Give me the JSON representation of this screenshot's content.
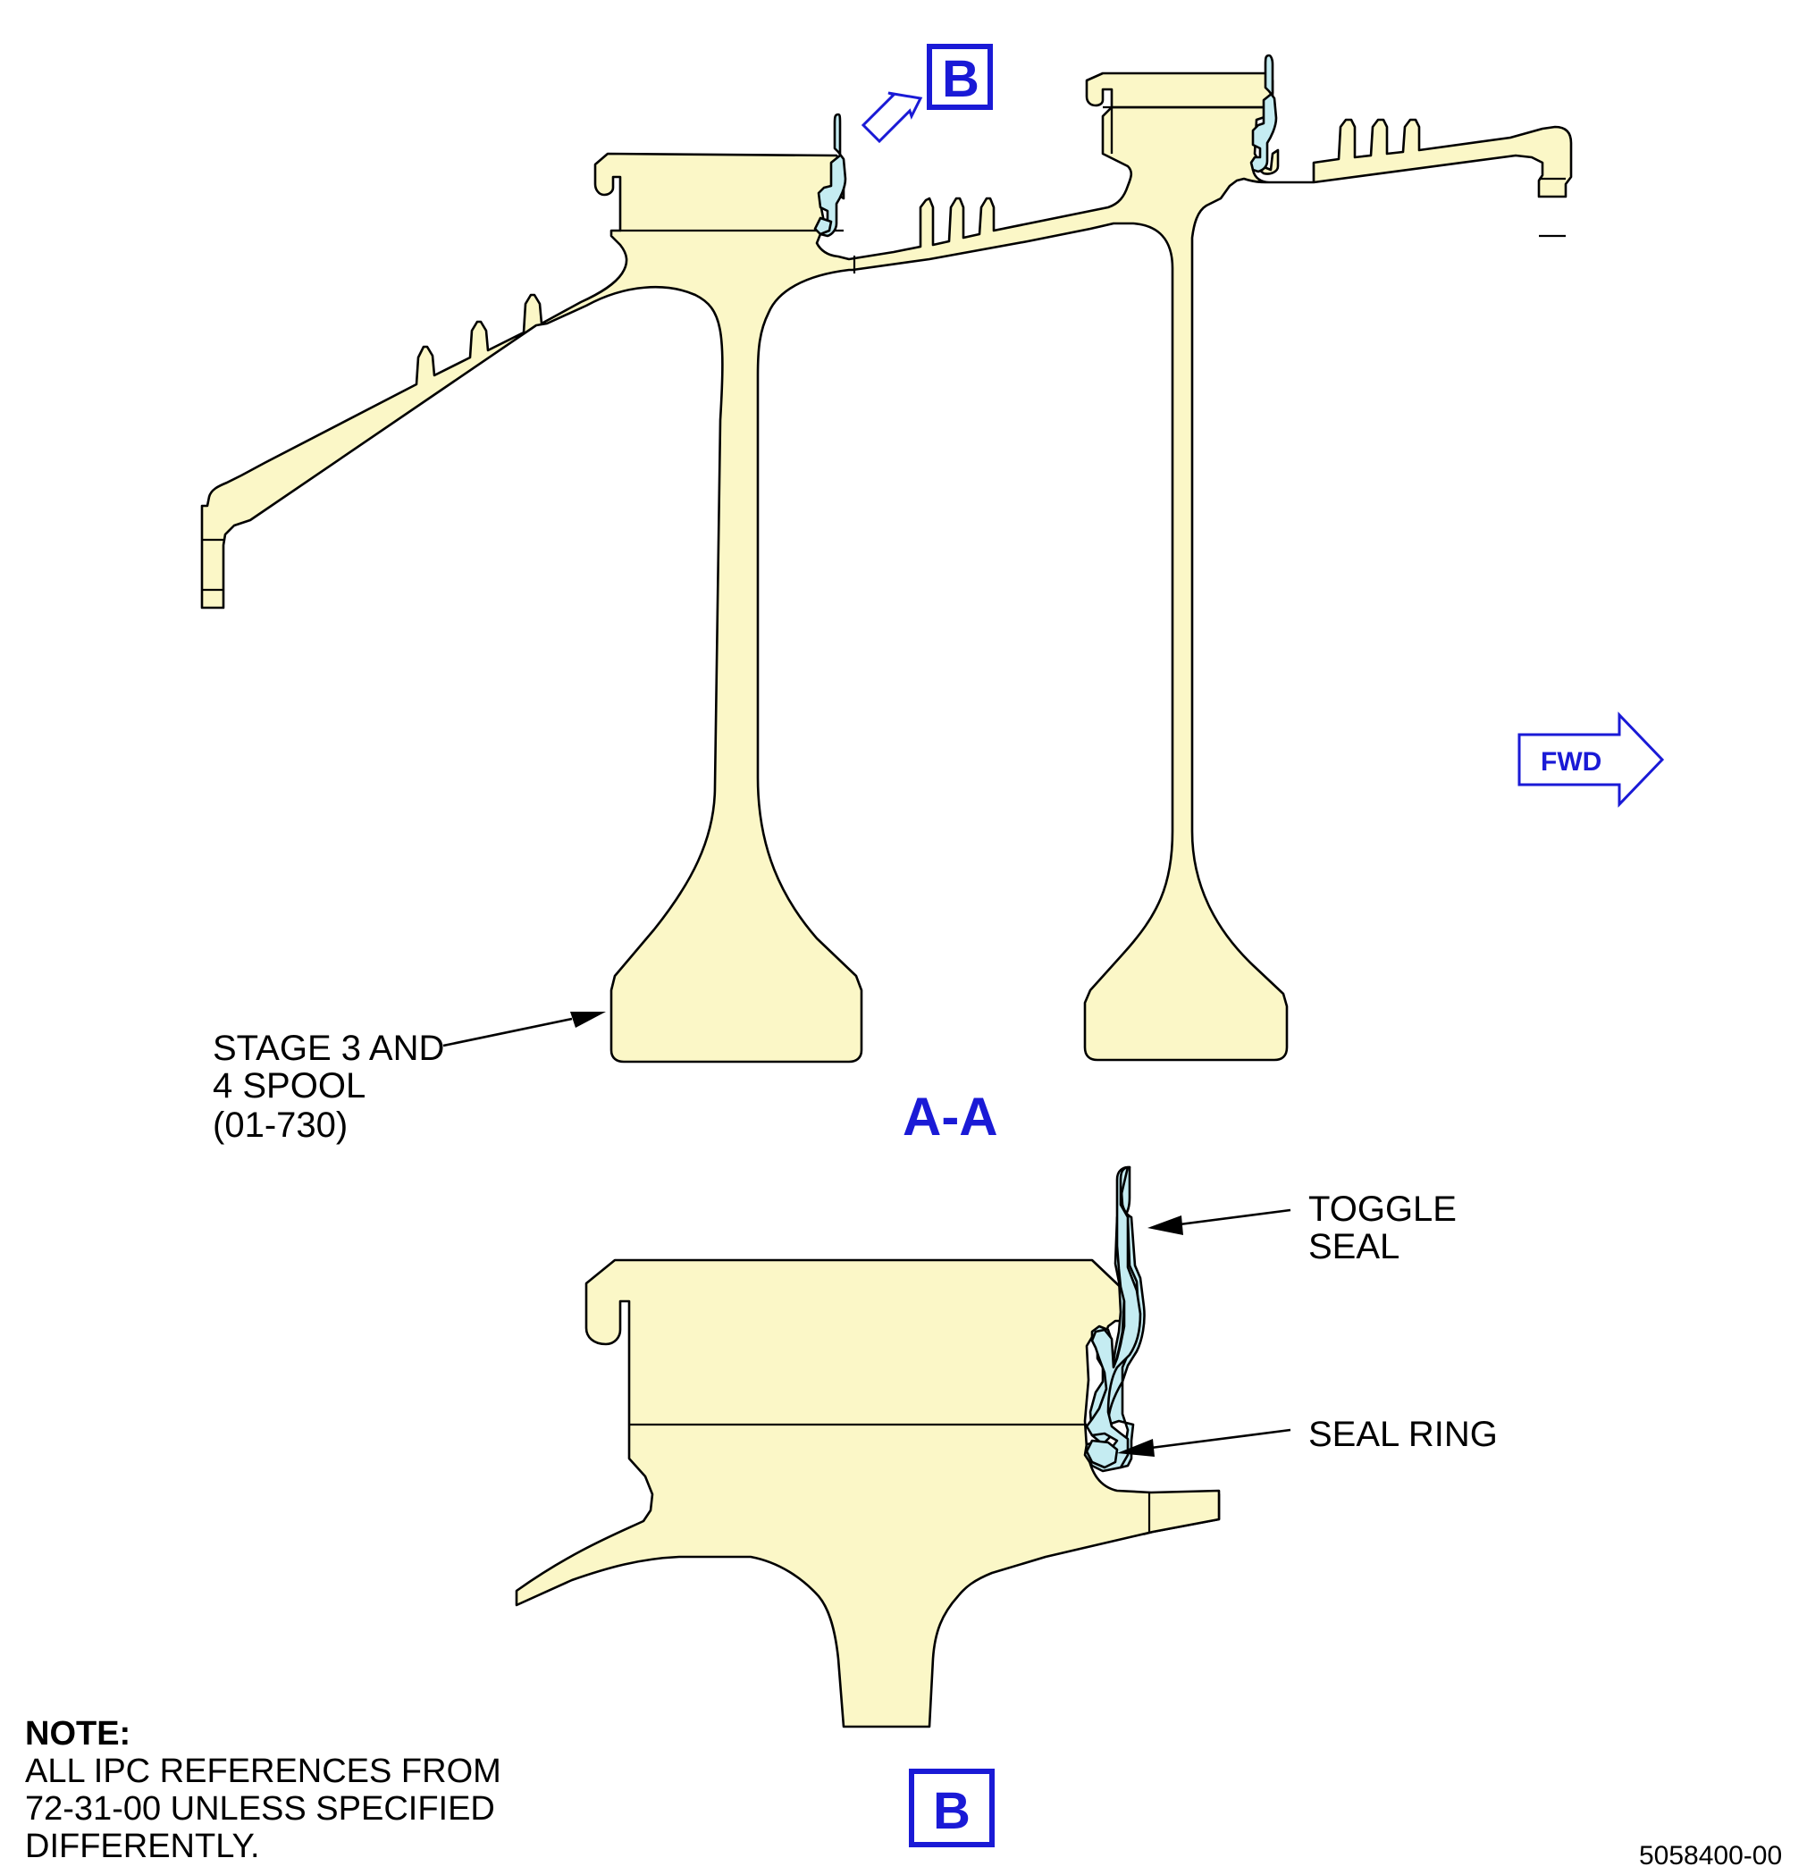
{
  "labels": {
    "spool_line1": "STAGE 3 AND",
    "spool_line2": "4 SPOOL",
    "spool_line3": "(01-730)",
    "section_title": "A-A",
    "toggle_line1": "TOGGLE",
    "toggle_line2": "SEAL",
    "seal_ring": "SEAL RING",
    "view_letter_top": "B",
    "view_letter_bottom": "B",
    "fwd": "FWD"
  },
  "note": {
    "title": "NOTE:",
    "line1": "ALL IPC REFERENCES FROM",
    "line2": "72-31-00 UNLESS SPECIFIED",
    "line3": "DIFFERENTLY."
  },
  "figure_number": "5058400-00",
  "colors": {
    "part_fill": "#fbf7c7",
    "seal_fill": "#c5ecf2",
    "callout_blue": "#1a1ad6"
  }
}
